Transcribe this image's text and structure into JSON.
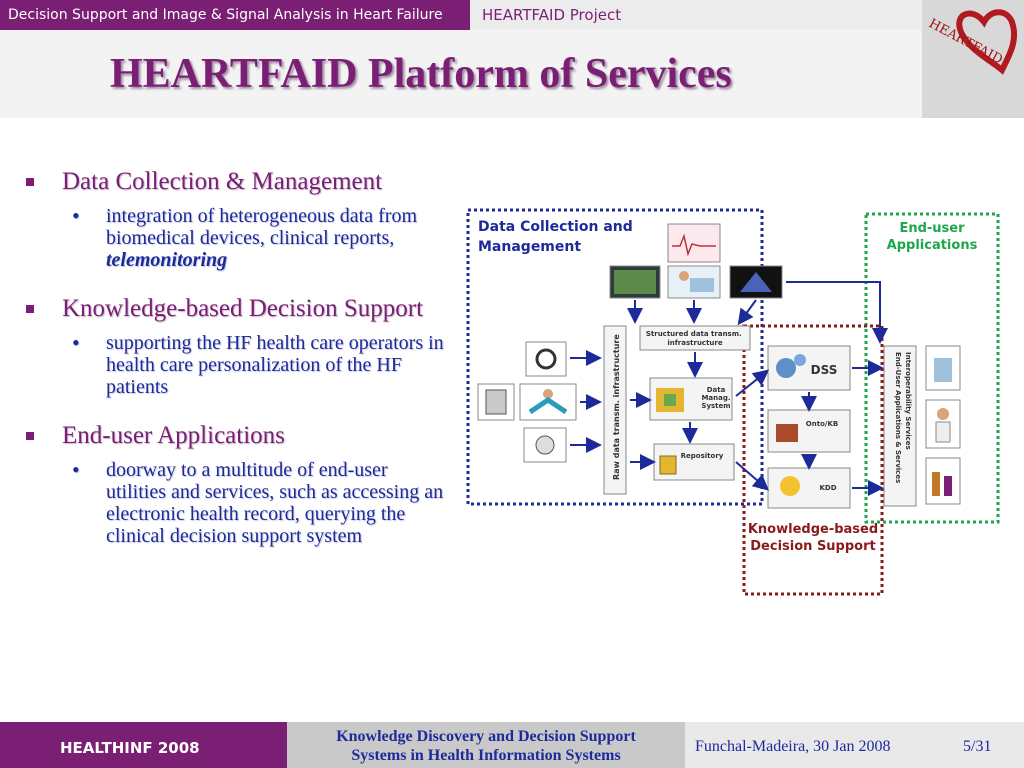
{
  "header": {
    "left_title": "Decision Support and Image & Signal Analysis in Heart Failure",
    "project": "HEARTFAID Project",
    "logo_text": "HEARTFAID"
  },
  "slide": {
    "title": "HEARTFAID Platform of Services",
    "bullets": [
      {
        "heading": "Data Collection & Management",
        "sub": "integration of heterogeneous data from biomedical devices, clinical reports, ",
        "sub_emph": "telemonitoring"
      },
      {
        "heading": "Knowledge-based Decision Support",
        "sub": "supporting the HF health care operators in health care personalization of the HF patients"
      },
      {
        "heading": "End-user Applications",
        "sub": "doorway to a multitude of end-user utilities and services, such as accessing an electronic health record, querying the clinical decision support system"
      }
    ]
  },
  "diagram": {
    "data_collection_label": "Data Collection and Management",
    "enduser_label": "End-user Applications",
    "kb_label": "Knowledge-based Decision Support",
    "structured_infra": "Structured data transm. infrastructure",
    "raw_infra": "Raw data transm. infrastructure",
    "dms": "Data Manag. System",
    "repository": "Repository",
    "dss": "DSS",
    "onto": "Onto/KB",
    "kdd": "KDD",
    "enduser_services": "End-User Applications & Services",
    "interop": "Interoperability Services",
    "colors": {
      "blue": "#1d2a9a",
      "green": "#1ca84a",
      "red": "#8b1a1a",
      "purple": "#7a1f74"
    }
  },
  "footer": {
    "conference": "HEALTHINF 2008",
    "talk_line1": "Knowledge Discovery and Decision Support",
    "talk_line2": "Systems in Health Information Systems",
    "place_date": "Funchal-Madeira, 30 Jan 2008",
    "page": "5/31"
  }
}
